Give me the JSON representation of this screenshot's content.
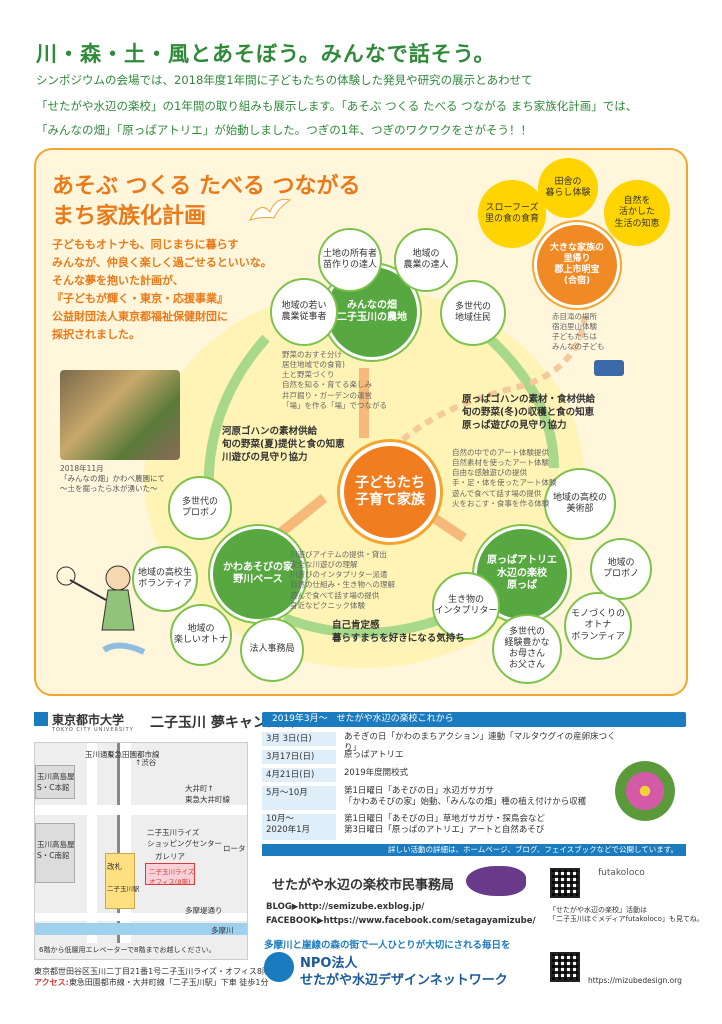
{
  "headline": "川・森・土・風とあそぼう。みんなで話そう。",
  "intro": [
    "シンポジウムの会場では、2018年度1年間に子どもたちの体験した発見や研究の展示とあわせて",
    "「せたがや水辺の楽校」の1年間の取り組みも展示します。「あそぶ つくる たべる つながる まち家族化計画」では、",
    "「みんなの畑」「原っぱアトリエ」が始動しました。つぎの1年、つぎのワクワクをさがそう！！"
  ],
  "plan": {
    "title_line1": "あそぶ つくる たべる つながる",
    "title_line2": "まち家族化計画",
    "description": [
      "子どももオトナも、同じまちに暮らす",
      "みんなが、仲良く楽しく過ごせるといいな。",
      "そんな夢を抱いた計画が、",
      "『子どもが輝く・東京・応援事業』",
      "公益財団法人東京都福祉保健財団に",
      "採択されました。"
    ],
    "photo_caption": "2018年11月\n「みんなの畑」かわべ農園にて\n～土を掘ったら水が湧いた～"
  },
  "diagram": {
    "center": "子どもたち\n子育て家族",
    "hubs": {
      "field": "みんなの畑\n二子玉川の農地",
      "kawa": "かわあそびの家\n野川ベース",
      "atelier": "原っぱアトリエ\n水辺の楽校\n原っぱ",
      "satogaeri": "大きな家族の\n里帰り\n郡上市明宝\n(合宿)"
    },
    "nodes": {
      "landowner": "土地の所有者\n苗作りの達人",
      "farm_master": "地域の\n農業の達人",
      "young_farmer": "地域の若い\n農業従事者",
      "multi_residents": "多世代の\n地域住民",
      "multi_pro": "多世代の\nプロボノ",
      "hs_volunteer": "地域の高校生\nボランティア",
      "fun_adult": "地域の\n楽しいオトナ",
      "office": "法人事務局",
      "creature": "生き物の\nインタプリター",
      "multi_exp": "多世代の\n経験豊かな\nお母さん\nお父さん",
      "monozukuri": "モノづくりの\nオトナ\nボランティア",
      "local_pro": "地域の\nプロボノ",
      "hs_art": "地域の高校の\n美術部",
      "slowfood": "スローフーズ\n里の食の食育",
      "inaka": "田舎の\n暮らし体験",
      "shizen": "自然を\n活かした\n生活の知恵"
    },
    "satogaeri_list": [
      "赤目滝の場所",
      "宿泊里山体験",
      "子どもたちは",
      "みんなの子ども"
    ],
    "field_list": [
      "野菜のおすそ分け",
      "居住地域での食育)",
      "土と野菜づくり",
      "自然を知る・育てる楽しみ",
      "井戸掘り・ガーデンの運営",
      "「場」を作る「場」でつながる"
    ],
    "kawa_support": [
      "河原ゴハンの素材供給",
      "旬の野菜(夏)提供と食の知恵",
      "川遊びの見守り協力"
    ],
    "atelier_support": [
      "原っぱゴハンの素材・食材供給",
      "旬の野菜(冬)の収穫と食の知恵",
      "原っぱ遊びの見守り協力"
    ],
    "atelier_list": [
      "自然の中でのアート体験提供",
      "自然素材を使ったアート体験",
      "自由な感触遊びの提供",
      "手・足・体を使ったアート体験",
      "遊んで食べて話す場の提供",
      "火をおこす・食事を作る体験"
    ],
    "kawa_list": [
      "川遊びアイテムの提供・貸出",
      "安全な川遊びの理解",
      "川遊びのインタプリター派遣",
      "自然の仕組み・生き物への理解",
      "遊んで食べて話す場の提供",
      "身近なピクニック体験"
    ],
    "bottom_list": [
      "自己肯定感",
      "暮らすまちを好きになる気持ち"
    ]
  },
  "university": {
    "name": "東京都市大学",
    "name_en": "TOKYO CITY UNIVERSITY",
    "campus": "二子玉川 夢キャンパス"
  },
  "map_labels": {
    "tamagawa_sc1": "玉川高島屋\nS・C本館",
    "tamagawa_sc2": "玉川高島屋\nS・C南館",
    "tamagawa_st": "玉川通り",
    "denentoshi": "東急田園都市線",
    "shibuya": "↑渋谷",
    "oimachi": "大井町↑\n東急大井町線",
    "rise_shopping": "二子玉川ライズ\nショッピングセンター",
    "galleria": "ガレリア",
    "rotary": "ロータリー",
    "office_bldg": "二子玉川ライズ\nオフィス(8階)",
    "kaisatsu": "改札",
    "station": "二子玉川駅",
    "tamatsutsumi": "多摩堤通り",
    "tamagawa_river": "多摩川",
    "elevator": "6階から低層用エレベーターで8階までお越しください。"
  },
  "address": "東京都世田谷区玉川二丁目21番1号二子玉川ライズ・オフィス8階",
  "access_label": "アクセス:",
  "access": "東急田園都市線・大井町線「二子玉川駅」下車 徒歩1分",
  "schedule": {
    "header": "2019年3月～　せたがや水辺の楽校これから",
    "rows": [
      {
        "date": "3月 3日(日)",
        "event": "あそぎの日「かわのまちアクション」連動「マルタウグイの産卵床つくり」"
      },
      {
        "date": "3月17日(日)",
        "event": "原っぱアトリエ"
      },
      {
        "date": "4月21日(日)",
        "event": "2019年度開校式"
      },
      {
        "date": "5月～10月",
        "event": "第1日曜日「あそびの日」水辺ガサガサ\n「かわあそびの家」始動、「みんなの畑」種の植え付けから収穫"
      },
      {
        "date": "10月～\n2020年1月",
        "event": "第1日曜日「あそびの日」草地ガサガサ・探鳥会など\n第3日曜日「原っぱのアトリエ」アートと自然あそび"
      }
    ],
    "detail": "詳しい活動の詳細は、ホームページ、ブログ、フェイスブックなどで公開しています。"
  },
  "office": {
    "name": "せたがや水辺の楽校市民事務局",
    "blog_label": "BLOG▶",
    "blog": "http://semizube.exblog.jp/",
    "fb_label": "FACEBOOK▶",
    "facebook": "https://www.facebook.com/setagayamizube/"
  },
  "futakoloco": {
    "logo": "futakoloco",
    "note": "「せたがや水辺の楽校」活動は\n「二子玉川ほぐメディアfutakoloco」も見てね。"
  },
  "npo": {
    "tagline": "多摩川と崖線の森の街で一人ひとりが大切にされる毎日を",
    "line1": "NPO法人",
    "line2": "せたがや水辺デザインネットワーク",
    "url": "https://mizubedesign.org"
  }
}
